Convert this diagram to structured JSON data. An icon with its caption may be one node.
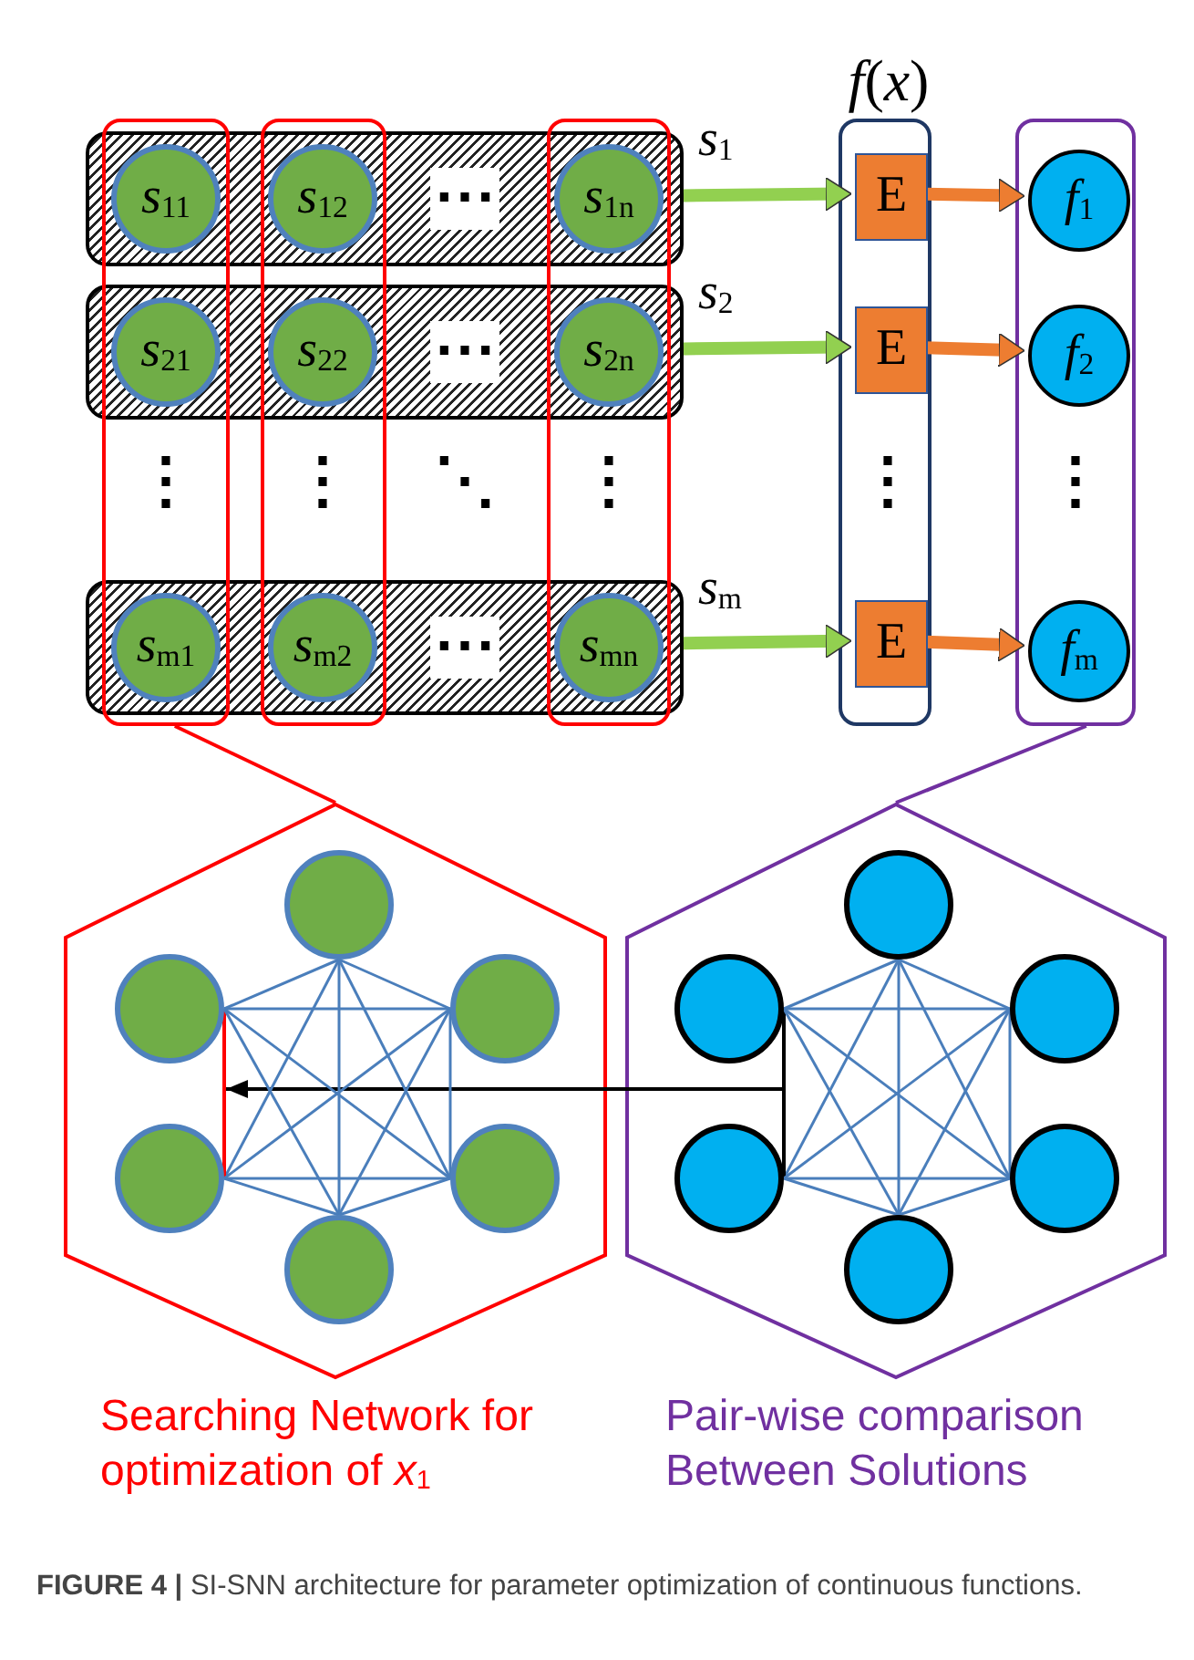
{
  "diagram": {
    "caption": "**FIGURE 4 |** SI-SNN architecture for parameter optimization of continuous functions.",
    "nodes": [
      {
        "text": [],
        "shape": "box"
      },
      {
        "text": [],
        "shape": "box"
      },
      {
        "text": [],
        "shape": "box"
      },
      {
        "text": [],
        "shape": "box"
      },
      {
        "text": [],
        "shape": "box"
      },
      {
        "text": [],
        "shape": "box"
      },
      {
        "text": [
          "*f*(*x*)"
        ]
      },
      {
        "text": [],
        "shape": "box"
      },
      {
        "text": [
          "s$_{11}$"
        ]
      },
      {
        "text": [
          "s$_{12}$"
        ]
      },
      {
        "text": [
          "s$_{1n}$"
        ]
      },
      {
        "text": [
          "s$_{21}$"
        ]
      },
      {
        "text": [
          "s$_{22}$"
        ]
      },
      {
        "text": [
          "s$_{2n}$"
        ]
      },
      {
        "text": [
          "s$_{m1}$"
        ]
      },
      {
        "text": [
          "s$_{m2}$"
        ]
      },
      {
        "text": [
          "s$_{mn}$"
        ]
      },
      {
        "text": [
          "E"
        ],
        "in": 6
      },
      {
        "text": [
          "E"
        ],
        "in": 6
      },
      {
        "text": [
          "E"
        ],
        "in": 6
      },
      {
        "text": [
          "f$_{1}$"
        ],
        "in": 7
      },
      {
        "text": [
          "f$_{2}$"
        ],
        "in": 7
      },
      {
        "text": [
          "f$_{m}$"
        ],
        "in": 7
      },
      {
        "text": [
          "Searching Network for optimization of *x*$_{1}$"
        ]
      },
      {
        "text": [],
        "shape": "circle",
        "in": 23
      },
      {
        "text": [],
        "shape": "circle",
        "in": 23
      },
      {
        "text": [],
        "shape": "circle",
        "in": 23
      },
      {
        "text": [],
        "shape": "circle",
        "in": 23
      },
      {
        "text": [],
        "shape": "circle",
        "in": 23
      },
      {
        "text": [],
        "shape": "circle",
        "in": 23
      },
      {
        "text": [
          "Pair-wise comparison Between Solutions"
        ]
      },
      {
        "text": [],
        "shape": "circle",
        "in": 30
      },
      {
        "text": [],
        "shape": "circle",
        "in": 30
      },
      {
        "text": [],
        "shape": "circle",
        "in": 30
      },
      {
        "text": [],
        "shape": "circle",
        "in": 30
      },
      {
        "text": [],
        "shape": "circle",
        "in": 30
      },
      {
        "text": [],
        "shape": "circle",
        "in": 30
      }
    ],
    "edges": [
      {
        "from": 0,
        "to": 17,
        "arrow": "to",
        "label": "s$_{1}$",
        "style": "thick",
        "color": "#92d050"
      },
      {
        "from": 1,
        "to": 18,
        "arrow": "to",
        "label": "s$_{2}$",
        "style": "thick",
        "color": "#92d050"
      },
      {
        "from": 2,
        "to": 19,
        "arrow": "to",
        "label": "s$_{m}$",
        "style": "thick",
        "color": "#92d050"
      },
      {
        "from": 17,
        "to": 20,
        "arrow": "to",
        "style": "thick",
        "color": "#ed7d31"
      },
      {
        "from": 18,
        "to": 21,
        "arrow": "to",
        "style": "thick",
        "color": "#ed7d31"
      },
      {
        "from": 19,
        "to": 22,
        "arrow": "to",
        "style": "thick",
        "color": "#ed7d31"
      },
      {
        "from": 3,
        "to": 23,
        "arrow": "none",
        "color": "#ff0000"
      },
      {
        "from": 7,
        "to": 30,
        "arrow": "none",
        "color": "#7030a0"
      },
      {
        "from": 32,
        "to": 25,
        "arrow": "to",
        "color": "#000000"
      },
      {
        "from": 24,
        "to": 25,
        "arrow": "none"
      },
      {
        "from": 24,
        "to": 26,
        "arrow": "none"
      },
      {
        "from": 24,
        "to": 27,
        "arrow": "none"
      },
      {
        "from": 24,
        "to": 28,
        "arrow": "none"
      },
      {
        "from": 24,
        "to": 29,
        "arrow": "none"
      },
      {
        "from": 25,
        "to": 26,
        "arrow": "none"
      },
      {
        "from": 25,
        "to": 27,
        "arrow": "none",
        "color": "#ff0000"
      },
      {
        "from": 25,
        "to": 28,
        "arrow": "none"
      },
      {
        "from": 25,
        "to": 29,
        "arrow": "none"
      },
      {
        "from": 26,
        "to": 27,
        "arrow": "none"
      },
      {
        "from": 26,
        "to": 28,
        "arrow": "none"
      },
      {
        "from": 26,
        "to": 29,
        "arrow": "none"
      },
      {
        "from": 27,
        "to": 28,
        "arrow": "none"
      },
      {
        "from": 27,
        "to": 29,
        "arrow": "none"
      },
      {
        "from": 28,
        "to": 29,
        "arrow": "none"
      },
      {
        "from": 31,
        "to": 32,
        "arrow": "none"
      },
      {
        "from": 31,
        "to": 33,
        "arrow": "none"
      },
      {
        "from": 31,
        "to": 34,
        "arrow": "none"
      },
      {
        "from": 31,
        "to": 35,
        "arrow": "none"
      },
      {
        "from": 31,
        "to": 36,
        "arrow": "none"
      },
      {
        "from": 32,
        "to": 33,
        "arrow": "none"
      },
      {
        "from": 32,
        "to": 34,
        "arrow": "none",
        "color": "#000000"
      },
      {
        "from": 32,
        "to": 35,
        "arrow": "none"
      },
      {
        "from": 32,
        "to": 36,
        "arrow": "none"
      },
      {
        "from": 33,
        "to": 34,
        "arrow": "none"
      },
      {
        "from": 33,
        "to": 35,
        "arrow": "none"
      },
      {
        "from": 33,
        "to": 36,
        "arrow": "none"
      },
      {
        "from": 34,
        "to": 35,
        "arrow": "none"
      },
      {
        "from": 34,
        "to": 36,
        "arrow": "none"
      },
      {
        "from": 35,
        "to": 36,
        "arrow": "none"
      }
    ],
    "labels": [
      "⋯",
      "⋯",
      "⋮",
      "⋮",
      "⋱",
      "⋮",
      "⋮",
      "⋮",
      "⋯"
    ]
  }
}
